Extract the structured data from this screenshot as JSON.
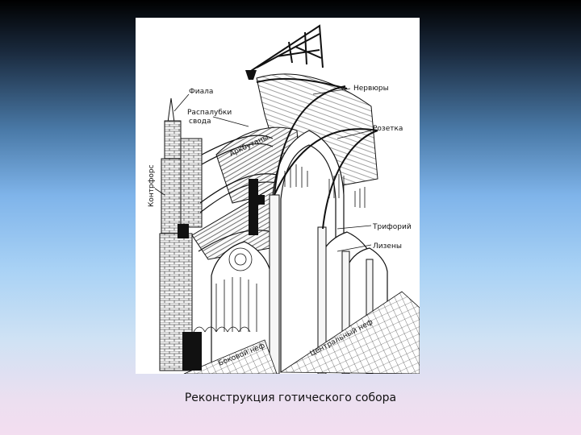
{
  "slide": {
    "caption": "Реконструкция готического собора"
  },
  "labels": {
    "fiala": "Фиала",
    "raspalubki": "Распалубки",
    "svoda": "свода",
    "arkbutany": "Аркбутаны",
    "kontrfors": "Контрфорс",
    "nervyury": "Нервюры",
    "rozetka": "Розетка",
    "triforiy": "Трифорий",
    "lizeny": "Лизены",
    "bokovoy_nef": "Боковой неф",
    "centralny_nef": "Центральный неф"
  },
  "colors": {
    "ink": "#111111",
    "paper": "#ffffff"
  }
}
